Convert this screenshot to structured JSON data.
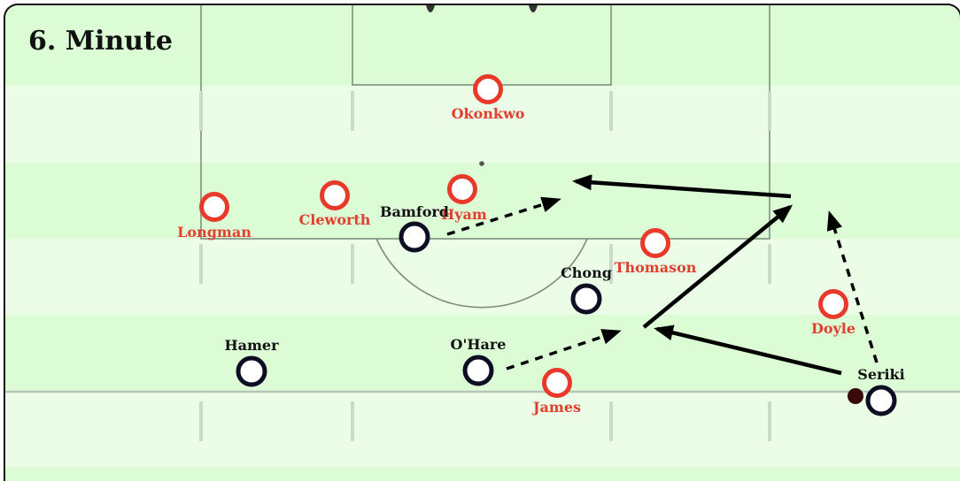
{
  "title": "6. Minute",
  "colors": {
    "stripe_dark": "#dcfcd6",
    "stripe_light": "#ebfde6",
    "line": "#7f8f7f",
    "home_ring": "#e8392b",
    "home_text": "#e0402e",
    "away_ring": "#0d0d24",
    "away_text": "#111111",
    "arrow": "#000000",
    "ball": "#3a0a0a"
  },
  "teams": {
    "red": {
      "players": [
        {
          "id": "okonkwo",
          "name": "Okonkwo"
        },
        {
          "id": "longman",
          "name": "Longman"
        },
        {
          "id": "cleworth",
          "name": "Cleworth"
        },
        {
          "id": "hyam",
          "name": "Hyam"
        },
        {
          "id": "thomason",
          "name": "Thomason"
        },
        {
          "id": "doyle",
          "name": "Doyle"
        },
        {
          "id": "james",
          "name": "James"
        }
      ]
    },
    "navy": {
      "players": [
        {
          "id": "bamford",
          "name": "Bamford"
        },
        {
          "id": "chong",
          "name": "Chong"
        },
        {
          "id": "hamer",
          "name": "Hamer"
        },
        {
          "id": "ohare",
          "name": "O'Hare"
        },
        {
          "id": "seriki",
          "name": "Seriki"
        }
      ]
    }
  }
}
